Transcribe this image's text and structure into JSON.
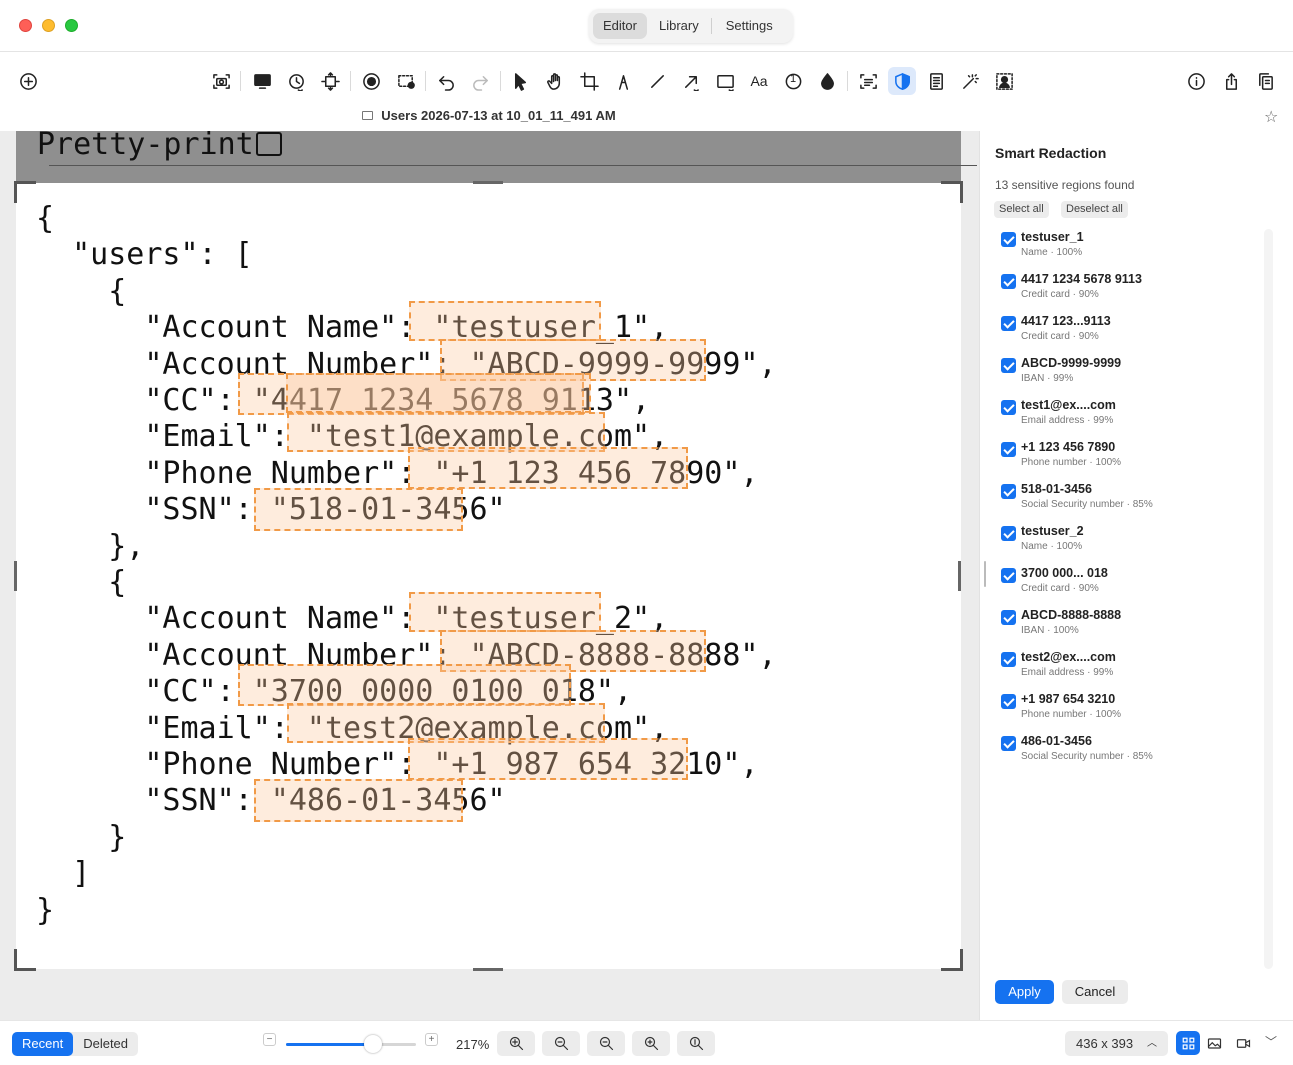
{
  "titlebar": {
    "tabs": [
      {
        "label": "Editor",
        "active": true
      },
      {
        "label": "Library",
        "active": false
      },
      {
        "label": "Settings",
        "active": false
      }
    ]
  },
  "document": {
    "filename": "Users 2026-07-13 at 10_01_11_491 AM"
  },
  "toolbar": {
    "left": [
      "add-icon"
    ],
    "center": [
      "screenshot-icon",
      "display-icon",
      "timer-icon",
      "scrolling-capture-icon",
      "record-icon",
      "record-area-icon",
      "undo-icon",
      "redo-icon",
      "select-arrow-icon",
      "hand-icon",
      "crop-icon",
      "pen-icon",
      "line-icon",
      "arrow-icon",
      "rectangle-icon",
      "text-icon",
      "counter-icon",
      "blur-drop-icon",
      "ocr-icon",
      "shield-icon",
      "document-icon",
      "magic-wand-icon",
      "background-icon"
    ],
    "text_tool_label": "Aa",
    "counter_label": "1",
    "right": [
      "info-icon",
      "share-icon",
      "copy-icon"
    ]
  },
  "canvas": {
    "top_text": "Pretty-print",
    "code_lines": [
      "{",
      "  \"users\": [",
      "    {",
      "      \"Account Name\": \"testuser_1\",",
      "      \"Account Number\": \"ABCD-9999-9999\",",
      "      \"CC\": \"4417 1234 5678 9113\",",
      "      \"Email\": \"test1@example.com\",",
      "      \"Phone Number\": \"+1 123 456 7890\",",
      "      \"SSN\": \"518-01-3456\"",
      "    },",
      "    {",
      "      \"Account Name\": \"testuser_2\",",
      "      \"Account Number\": \"ABCD-8888-8888\",",
      "      \"CC\": \"3700 0000 0100 018\",",
      "      \"Email\": \"test2@example.com\",",
      "      \"Phone Number\": \"+1 987 654 3210\",",
      "      \"SSN\": \"486-01-3456\"",
      "    }",
      "  ]",
      "}"
    ]
  },
  "panel": {
    "title": "Smart Redaction",
    "summary": "13 sensitive regions found",
    "select_all": "Select all",
    "deselect_all": "Deselect all",
    "items": [
      {
        "value": "testuser_1",
        "meta": "Name  ·  100%",
        "checked": true
      },
      {
        "value": "4417 1234 5678 9113",
        "meta": "Credit card  ·  90%",
        "checked": true
      },
      {
        "value": "4417 123...9113",
        "meta": "Credit card  ·  90%",
        "checked": true
      },
      {
        "value": "ABCD-9999-9999",
        "meta": "IBAN  ·  99%",
        "checked": true
      },
      {
        "value": "test1@ex....com",
        "meta": "Email address  ·  99%",
        "checked": true
      },
      {
        "value": "+1 123 456 7890",
        "meta": "Phone number  ·  100%",
        "checked": true
      },
      {
        "value": "518-01-3456",
        "meta": "Social Security number  ·  85%",
        "checked": true
      },
      {
        "value": "testuser_2",
        "meta": "Name  ·  100%",
        "checked": true
      },
      {
        "value": "3700 000... 018",
        "meta": "Credit card  ·  90%",
        "checked": true
      },
      {
        "value": "ABCD-8888-8888",
        "meta": "IBAN  ·  100%",
        "checked": true
      },
      {
        "value": "test2@ex....com",
        "meta": "Email address  ·  99%",
        "checked": true
      },
      {
        "value": "+1 987 654 3210",
        "meta": "Phone number  ·  100%",
        "checked": true
      },
      {
        "value": "486-01-3456",
        "meta": "Social Security number  ·  85%",
        "checked": true
      }
    ],
    "apply_label": "Apply",
    "cancel_label": "Cancel"
  },
  "bottom": {
    "tabs": [
      {
        "label": "Recent",
        "active": true
      },
      {
        "label": "Deleted",
        "active": false
      }
    ],
    "zoom_minus": "−",
    "zoom_plus": "+",
    "zoom_slider_fraction": 0.67,
    "zoom_percent": "217%",
    "zoom_buttons": [
      "zoom-fit-icon",
      "zoom-out-icon",
      "zoom-out-alt-icon",
      "zoom-in-icon",
      "zoom-actual-icon"
    ],
    "dimensions": "436 x 393",
    "view_modes": [
      "grid-view-icon",
      "image-view-icon",
      "video-view-icon"
    ],
    "colors": {
      "accent": "#1572f0",
      "redaction": "#f19a47"
    }
  }
}
